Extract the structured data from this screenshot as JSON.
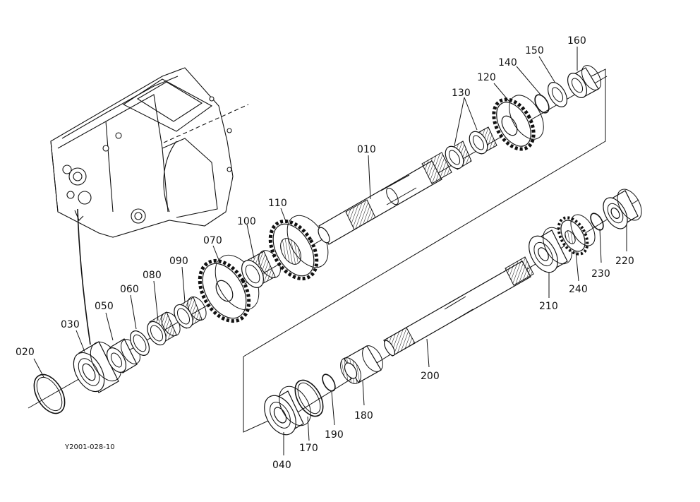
{
  "diagram": {
    "reference_code": "Y2001-028-10",
    "parts": [
      {
        "id": "p010",
        "number": "010"
      },
      {
        "id": "p020",
        "number": "020"
      },
      {
        "id": "p030",
        "number": "030"
      },
      {
        "id": "p040",
        "number": "040"
      },
      {
        "id": "p050",
        "number": "050"
      },
      {
        "id": "p060",
        "number": "060"
      },
      {
        "id": "p070",
        "number": "070"
      },
      {
        "id": "p080",
        "number": "080"
      },
      {
        "id": "p090",
        "number": "090"
      },
      {
        "id": "p100",
        "number": "100"
      },
      {
        "id": "p110",
        "number": "110"
      },
      {
        "id": "p120",
        "number": "120"
      },
      {
        "id": "p130",
        "number": "130"
      },
      {
        "id": "p140",
        "number": "140"
      },
      {
        "id": "p150",
        "number": "150"
      },
      {
        "id": "p160",
        "number": "160"
      },
      {
        "id": "p170",
        "number": "170"
      },
      {
        "id": "p180",
        "number": "180"
      },
      {
        "id": "p190",
        "number": "190"
      },
      {
        "id": "p200",
        "number": "200"
      },
      {
        "id": "p210",
        "number": "210"
      },
      {
        "id": "p220",
        "number": "220"
      },
      {
        "id": "p230",
        "number": "230"
      },
      {
        "id": "p240",
        "number": "240"
      }
    ]
  }
}
